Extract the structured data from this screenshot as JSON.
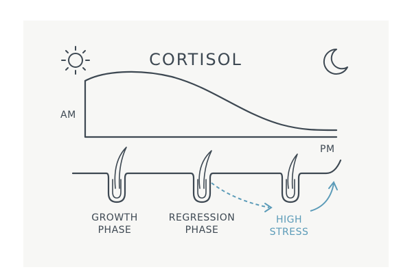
{
  "title": "CORTISOL",
  "axis": {
    "y_label": "AM",
    "x_label": "PM"
  },
  "phases": [
    {
      "line1": "GROWTH",
      "line2": "PHASE"
    },
    {
      "line1": "REGRESSION",
      "line2": "PHASE"
    }
  ],
  "stress": {
    "line1": "HIGH",
    "line2": "STRESS"
  },
  "colors": {
    "ink": "#3d4852",
    "accent": "#5b9bb8",
    "background": "#f7f7f5"
  }
}
